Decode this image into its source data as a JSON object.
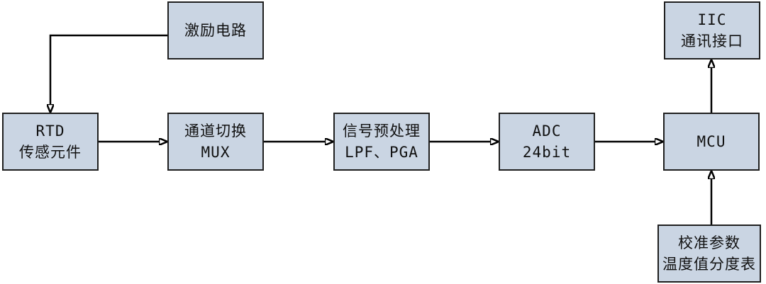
{
  "diagram": {
    "title": "RTD temperature measurement signal chain block diagram",
    "colors": {
      "box_fill": "#cad5e3",
      "box_border": "#1f1f1f",
      "arrow": "#000000",
      "background": "#ffffff",
      "text": "#111111"
    },
    "nodes": {
      "excitation": {
        "lines": [
          "激励电路"
        ]
      },
      "rtd": {
        "lines": [
          "RTD",
          "传感元件"
        ]
      },
      "mux": {
        "lines": [
          "通道切换",
          "MUX"
        ]
      },
      "preproc": {
        "lines": [
          "信号预处理",
          "LPF、PGA"
        ]
      },
      "adc": {
        "lines": [
          "ADC",
          "24bit"
        ]
      },
      "mcu": {
        "lines": [
          "MCU"
        ]
      },
      "iic": {
        "lines": [
          "IIC",
          "通讯接口"
        ]
      },
      "calib": {
        "lines": [
          "校准参数",
          "温度值分度表"
        ]
      }
    },
    "edges": [
      {
        "from": "excitation",
        "to": "rtd"
      },
      {
        "from": "rtd",
        "to": "mux"
      },
      {
        "from": "mux",
        "to": "preproc"
      },
      {
        "from": "preproc",
        "to": "adc"
      },
      {
        "from": "adc",
        "to": "mcu"
      },
      {
        "from": "mcu",
        "to": "iic"
      },
      {
        "from": "calib",
        "to": "mcu"
      }
    ]
  }
}
